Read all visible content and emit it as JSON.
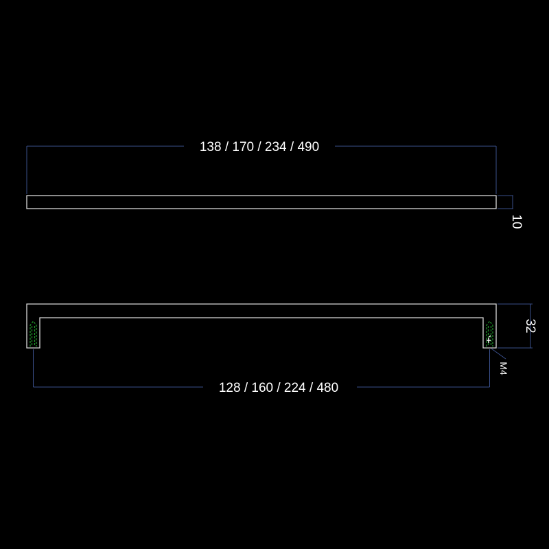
{
  "drawing": {
    "top_view": {
      "overall_length_label": "138 / 170 / 234 / 490",
      "thickness_label": "10"
    },
    "front_view": {
      "hole_spacing_label": "128 / 160 / 224 / 480",
      "height_label": "32",
      "thread_label": "M4"
    },
    "colors": {
      "background": "#000000",
      "part_outline": "#d8d8d8",
      "dimension_lines": "#3a4f8a",
      "hidden_holes": "#1f9a2a",
      "text": "#ffffff"
    }
  }
}
